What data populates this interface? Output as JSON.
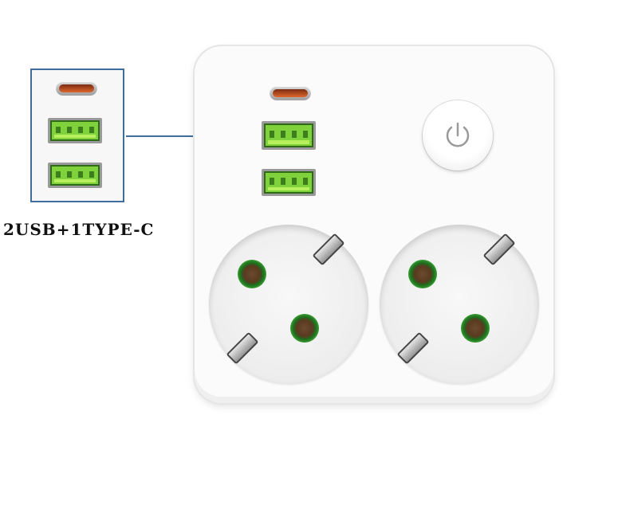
{
  "inset": {
    "caption": "2USB+1TYPE-C",
    "ports": [
      "usb-c-port",
      "usb-a-port",
      "usb-a-port"
    ]
  },
  "device": {
    "ports": [
      "usb-c-port",
      "usb-a-port",
      "usb-a-port"
    ],
    "power_icon": "power-icon",
    "sockets": 2
  },
  "colors": {
    "usb_a_green": "#7fd23c",
    "usb_c_orange": "#e0672c",
    "socket_ring_green": "#46b53c",
    "leader_blue": "#3f6d9c"
  }
}
